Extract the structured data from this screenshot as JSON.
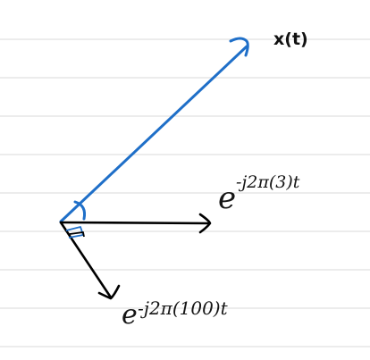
{
  "labels": {
    "signal": "x(t)",
    "basis_3_base": "e",
    "basis_3_exp": "-j2π(3)t",
    "basis_100_base": "e",
    "basis_100_exp": "-j2π(100)t"
  },
  "colors": {
    "signal_vector": "#1f6fc8",
    "basis_vectors": "#000000",
    "ruled_lines": "#d9d9d9",
    "background": "#ffffff"
  }
}
